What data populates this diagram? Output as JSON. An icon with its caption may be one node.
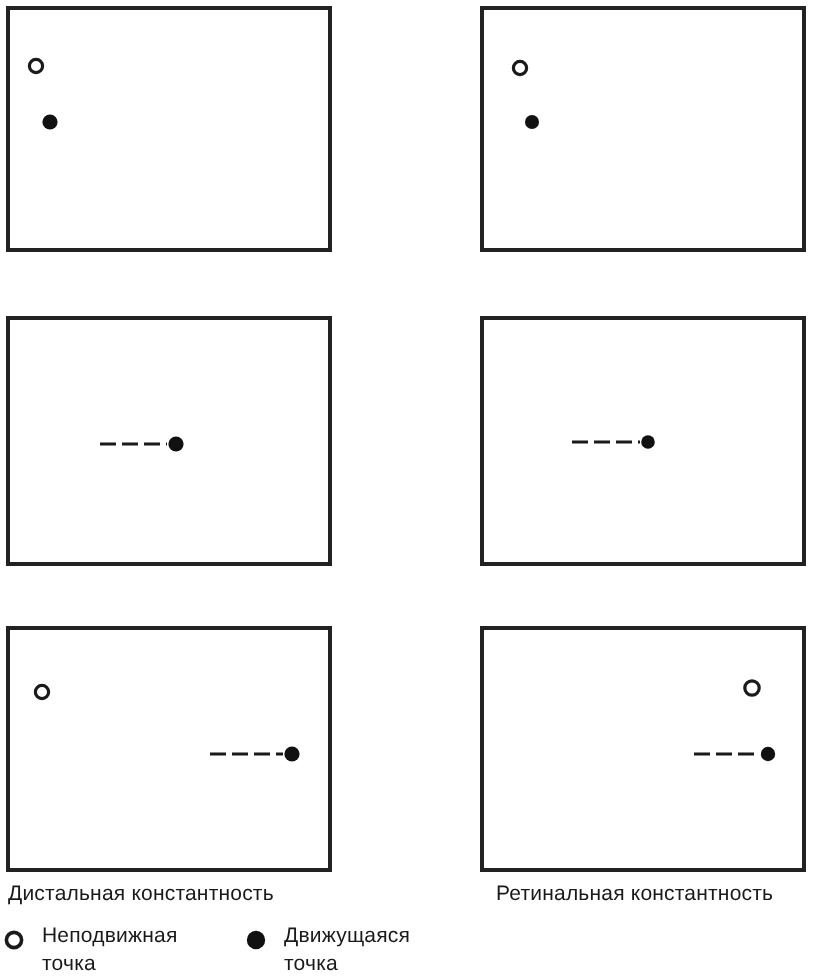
{
  "diagram": {
    "labels": [
      "Дистальная константность",
      "Ретинальная константность"
    ],
    "legend": [
      {
        "text": "Неподвижная точка"
      },
      {
        "text": "Движущаяся точка"
      }
    ]
  }
}
